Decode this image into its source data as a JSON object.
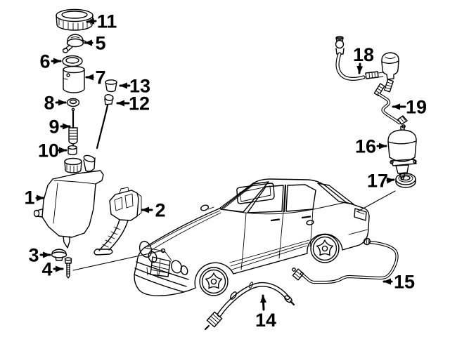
{
  "diagram": {
    "background_color": "#ffffff",
    "line_color": "#000000",
    "label_color": "#000000"
  },
  "callouts": {
    "c1": {
      "label": "1"
    },
    "c2": {
      "label": "2"
    },
    "c3": {
      "label": "3"
    },
    "c4": {
      "label": "4"
    },
    "c5": {
      "label": "5"
    },
    "c6": {
      "label": "6"
    },
    "c7": {
      "label": "7"
    },
    "c8": {
      "label": "8"
    },
    "c9": {
      "label": "9"
    },
    "c10": {
      "label": "10"
    },
    "c11": {
      "label": "11"
    },
    "c12": {
      "label": "12"
    },
    "c13": {
      "label": "13"
    },
    "c14": {
      "label": "14"
    },
    "c15": {
      "label": "15"
    },
    "c16": {
      "label": "16"
    },
    "c17": {
      "label": "17"
    },
    "c18": {
      "label": "18"
    },
    "c19": {
      "label": "19"
    }
  }
}
